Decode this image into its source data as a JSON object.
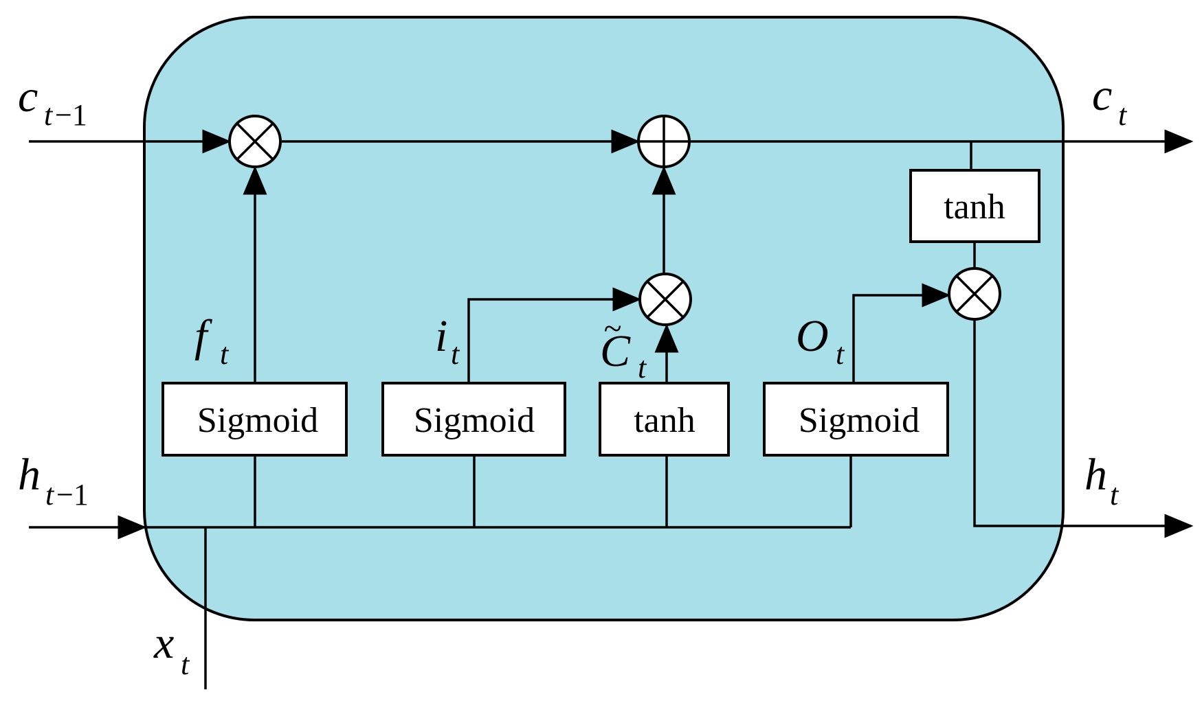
{
  "colors": {
    "cell_fill": "#a8dfe9",
    "stroke": "#000000",
    "box_fill": "#ffffff"
  },
  "inputs": {
    "c_prev": {
      "base": "c",
      "sub_t": "t",
      "sub_rest": "−1"
    },
    "h_prev": {
      "base": "h",
      "sub_t": "t",
      "sub_rest": "−1"
    },
    "x": {
      "base": "x",
      "sub": "t"
    }
  },
  "outputs": {
    "c": {
      "base": "c",
      "sub": "t"
    },
    "h": {
      "base": "h",
      "sub": "t"
    }
  },
  "gates": {
    "forget": {
      "box_label": "Sigmoid",
      "var": "f",
      "sub": "t"
    },
    "input": {
      "box_label": "Sigmoid",
      "var": "i",
      "sub": "t"
    },
    "candidate": {
      "box_label": "tanh",
      "var": "C",
      "tilde": "~",
      "sub": "t"
    },
    "output": {
      "box_label": "Sigmoid",
      "var": "O",
      "sub": "t"
    }
  },
  "output_activation": {
    "box_label": "tanh"
  },
  "operators": {
    "forget_multiply": "multiply",
    "cell_add": "add",
    "input_multiply": "multiply",
    "output_multiply": "multiply"
  }
}
